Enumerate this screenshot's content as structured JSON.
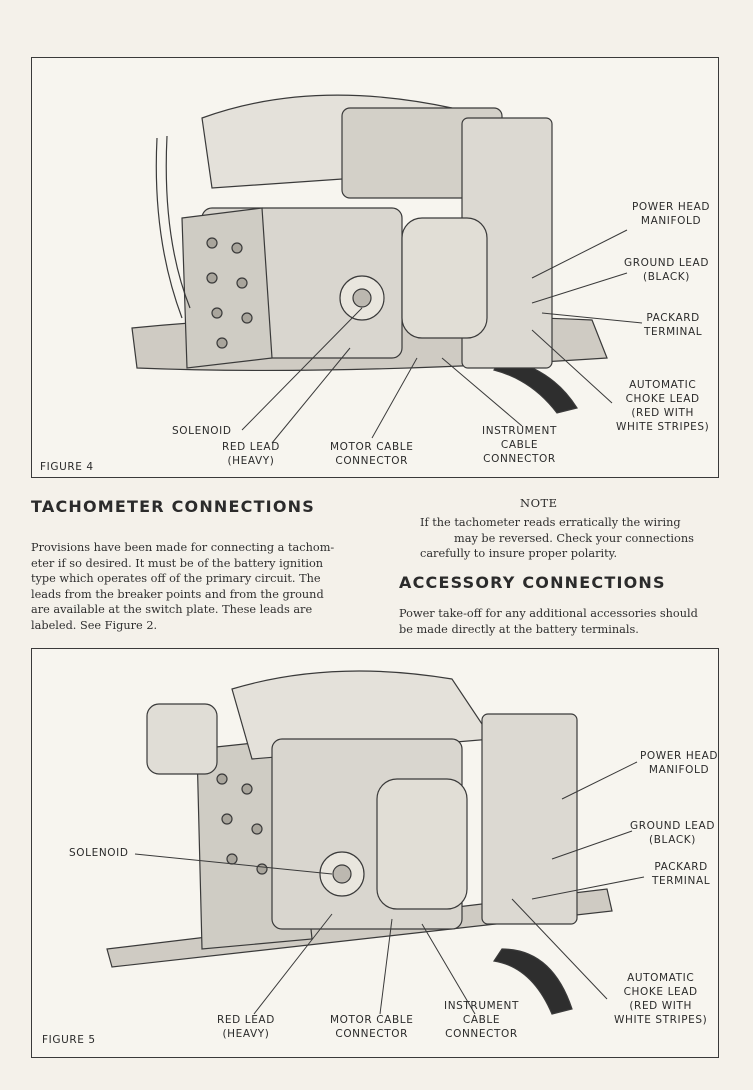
{
  "figure4": {
    "label": "FIGURE 4",
    "callouts": {
      "power_head_manifold": [
        "POWER HEAD",
        "MANIFOLD"
      ],
      "ground_lead": [
        "GROUND LEAD",
        "(BLACK)"
      ],
      "packard_terminal": [
        "PACKARD",
        "TERMINAL"
      ],
      "automatic_choke_lead": [
        "AUTOMATIC",
        "CHOKE LEAD",
        "(RED WITH",
        "WHITE STRIPES)"
      ],
      "solenoid": [
        "SOLENOID"
      ],
      "red_lead": [
        "RED LEAD",
        "(HEAVY)"
      ],
      "motor_cable_connector": [
        "MOTOR CABLE",
        "CONNECTOR"
      ],
      "instrument_cable_connector": [
        "INSTRUMENT",
        "CABLE",
        "CONNECTOR"
      ]
    }
  },
  "tachometer": {
    "heading": "TACHOMETER CONNECTIONS",
    "lines": [
      "Provisions have been made for connecting a tachom-",
      "eter if so desired.  It must be of the battery ignition",
      "type which operates off of the primary circuit.  The",
      "leads from the breaker points and from the ground",
      "are available at the switch plate.  These leads are",
      "labeled.  See Figure 2."
    ]
  },
  "note": {
    "title": "NOTE",
    "lines": [
      "If the tachometer reads erratically the wiring",
      "may be reversed.  Check your connections",
      "carefully to insure proper polarity."
    ]
  },
  "accessory": {
    "heading": "ACCESSORY CONNECTIONS",
    "lines": [
      "Power take-off for any additional accessories should",
      "be made directly at the battery terminals."
    ]
  },
  "figure5": {
    "label": "FIGURE 5",
    "callouts": {
      "power_head_manifold": [
        "POWER HEAD",
        "MANIFOLD"
      ],
      "ground_lead": [
        "GROUND LEAD",
        "(BLACK)"
      ],
      "packard_terminal": [
        "PACKARD",
        "TERMINAL"
      ],
      "solenoid": [
        "SOLENOID"
      ],
      "automatic_choke_lead": [
        "AUTOMATIC",
        "CHOKE LEAD",
        "(RED WITH",
        "WHITE STRIPES)"
      ],
      "red_lead": [
        "RED LEAD",
        "(HEAVY)"
      ],
      "motor_cable_connector": [
        "MOTOR CABLE",
        "CONNECTOR"
      ],
      "instrument_cable_connector": [
        "INSTRUMENT",
        "CABLE",
        "CONNECTOR"
      ]
    }
  }
}
